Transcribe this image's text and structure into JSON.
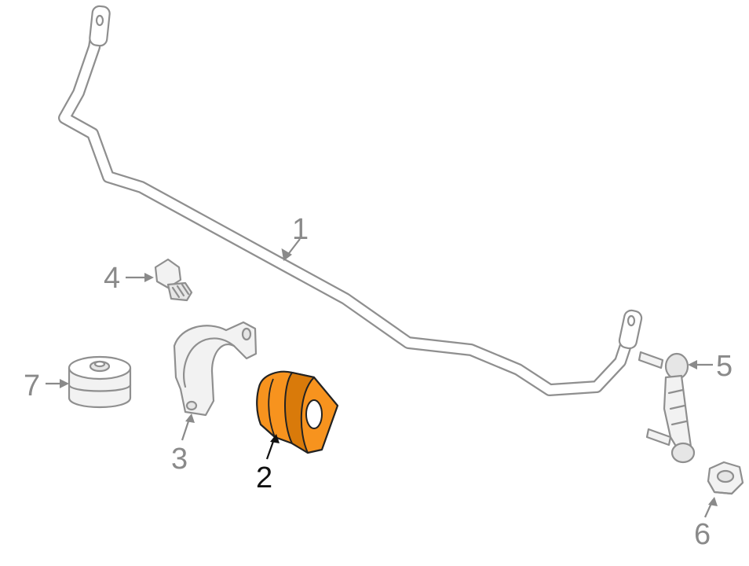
{
  "diagram": {
    "colors": {
      "line": "#8f8f8f",
      "label": "#8a8a8a",
      "highlight_label": "#111111",
      "highlight_fill": "#f7931e",
      "highlight_shade": "#d97a0a"
    },
    "callouts": [
      {
        "id": "1",
        "label": "1",
        "part": "stabilizer-bar",
        "highlighted": false
      },
      {
        "id": "2",
        "label": "2",
        "part": "stabilizer-bushing",
        "highlighted": true
      },
      {
        "id": "3",
        "label": "3",
        "part": "bushing-bracket",
        "highlighted": false
      },
      {
        "id": "4",
        "label": "4",
        "part": "bracket-bolt",
        "highlighted": false
      },
      {
        "id": "5",
        "label": "5",
        "part": "stabilizer-link",
        "highlighted": false
      },
      {
        "id": "6",
        "label": "6",
        "part": "link-nut",
        "highlighted": false
      },
      {
        "id": "7",
        "label": "7",
        "part": "mount-insulator",
        "highlighted": false
      }
    ]
  }
}
